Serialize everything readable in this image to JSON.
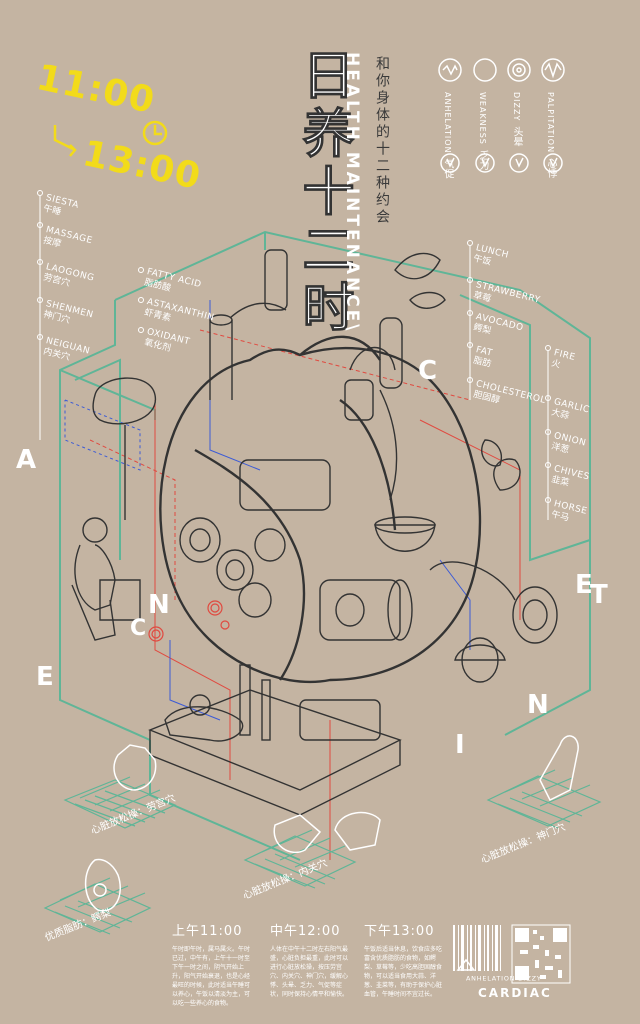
{
  "times": {
    "start": "11:00",
    "end": "13:00"
  },
  "title": {
    "cn_main": "日养十二时",
    "cn_sub": "和你身体的十二种约会",
    "en": "HEALTH MAINTENANCE\\"
  },
  "symptoms": [
    {
      "en": "ANHELATION",
      "cn": "气促"
    },
    {
      "en": "WEAKNESS",
      "cn": "乏力"
    },
    {
      "en": "DIZZY",
      "cn": "头晕"
    },
    {
      "en": "PALPITATION",
      "cn": "心悸"
    }
  ],
  "left_list": [
    {
      "en": "SIESTA",
      "cn": "午睡"
    },
    {
      "en": "MASSAGE",
      "cn": "按摩"
    },
    {
      "en": "LAOGONG",
      "cn": "劳宫穴"
    },
    {
      "en": "SHENMEN",
      "cn": "神门穴"
    },
    {
      "en": "NEIGUAN",
      "cn": "内关穴"
    }
  ],
  "mid_list": [
    {
      "en": "FATTY ACID",
      "cn": "脂肪酸"
    },
    {
      "en": "ASTAXANTHIN",
      "cn": "虾青素"
    },
    {
      "en": "OXIDANT",
      "cn": "氧化剂"
    }
  ],
  "right_list": [
    {
      "en": "LUNCH",
      "cn": "午饭"
    },
    {
      "en": "STRAWBERRY",
      "cn": "草莓"
    },
    {
      "en": "AVOCADO",
      "cn": "鳄梨"
    },
    {
      "en": "FAT",
      "cn": "脂肪"
    },
    {
      "en": "CHOLESTEROL",
      "cn": "胆固醇"
    }
  ],
  "far_right_list": [
    {
      "en": "FIRE",
      "cn": "火"
    },
    {
      "en": "GARLIC",
      "cn": "大蒜"
    },
    {
      "en": "ONION",
      "cn": "洋葱"
    },
    {
      "en": "CHIVES",
      "cn": "韭菜"
    },
    {
      "en": "HORSE",
      "cn": "午马"
    }
  ],
  "big_letters": {
    "left": [
      "A",
      "N",
      "C",
      "E"
    ],
    "right": [
      "C",
      "E",
      "T",
      "N",
      "I"
    ]
  },
  "captions": {
    "laogong": "心脏放松操：劳宫穴",
    "neiguan": "心脏放松操：内关穴",
    "shenmen": "心脏放松操：神门穴",
    "avocado": "优质脂肪：鳄梨"
  },
  "columns": [
    {
      "title": "上午11:00",
      "body": "午时即午时，属马属火。午时已过，中午有，上午十一时至下午一时之间，阴气开始上升，阳气开始衰退，也是心经最旺的时候，此时适当午睡可以养心，午饭以清淡为主，可以吃一些养心的食物。"
    },
    {
      "title": "中午12:00",
      "body": "人体在中午十二时左右阳气最盛，心脏负担最重，此时可以进行心脏放松操，按压劳宫穴、内关穴、神门穴，缓解心悸、头晕、乏力、气促等症状，同时保持心情平和愉快。"
    },
    {
      "title": "下午13:00",
      "body": "午饭后适当休息，饮食应多吃富含优质脂肪的食物，如鳄梨、草莓等，少吃高胆固醇食物，可以适当食用大蒜、洋葱、韭菜等，有助于保护心脏血管，午睡时间不宜过长。"
    }
  ],
  "brand": {
    "line1": "ANHELATION  DIZZY",
    "line2": "CARDIAC"
  },
  "colors": {
    "background": "#c4b4a2",
    "yellow": "#f2db1a",
    "green": "#5fb597",
    "red": "#e04a40",
    "blue": "#3c5bd6"
  }
}
